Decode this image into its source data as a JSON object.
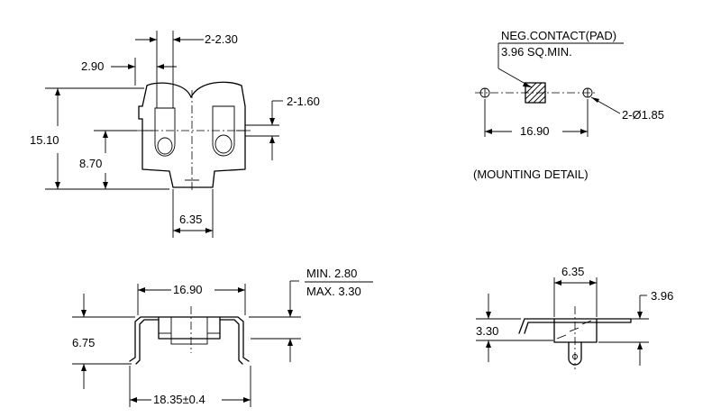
{
  "top_view": {
    "dim_slot_width": "2-2.30",
    "dim_slot_offset": "2.90",
    "dim_height": "15.10",
    "dim_mid_height": "8.70",
    "dim_tab_width": "2-1.60",
    "dim_bottom_width": "6.35"
  },
  "mounting": {
    "callout_line1": "NEG.CONTACT(PAD)",
    "callout_line2": "3.96 SQ.MIN.",
    "dim_spacing": "16.90",
    "dim_hole": "2-Ø1.85",
    "caption": "(MOUNTING DETAIL)"
  },
  "front_view": {
    "dim_inner_width": "16.90",
    "dim_height_min": "MIN. 2.80",
    "dim_height_max": "MAX. 3.30",
    "dim_left_height": "6.75",
    "dim_overall_width": "18.35±0.4"
  },
  "side_view": {
    "dim_top_width": "6.35",
    "dim_right_height": "3.96",
    "dim_left_height": "3.30"
  }
}
